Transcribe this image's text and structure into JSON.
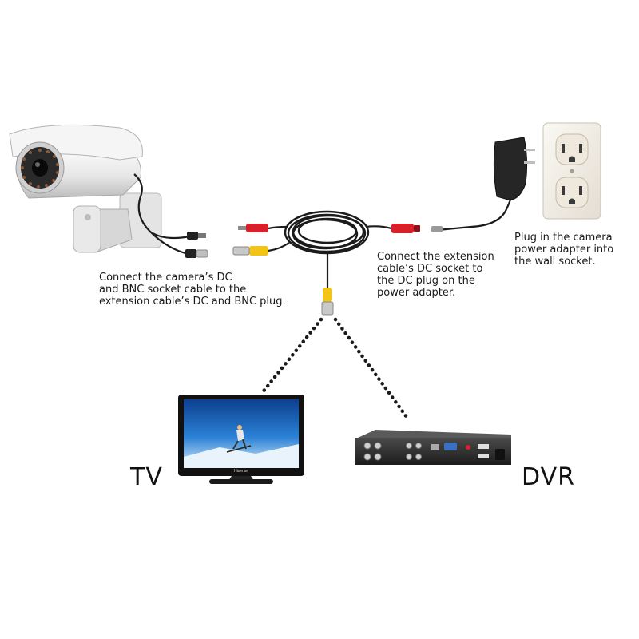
{
  "captions": {
    "camera": "Connect the camera’s DC\nand BNC socket cable to the\nextension cable’s DC and BNC plug.",
    "extension": "Connect the extension\ncable’s DC socket to\nthe DC plug on the\npower adapter.",
    "wall": "Plug in the camera\npower adapter into\nthe wall socket."
  },
  "labels": {
    "tv": "TV",
    "dvr": "DVR"
  },
  "tv_brand": "Hisense",
  "colors": {
    "cable": "#1b1b1b",
    "plug_red": "#d9202a",
    "plug_yellow": "#f2c418",
    "camera_body": "#ececec",
    "wall_plate": "#f4f1ea",
    "tv_screen": "#1e63b8",
    "dvr_body": "#2d2d2d"
  }
}
